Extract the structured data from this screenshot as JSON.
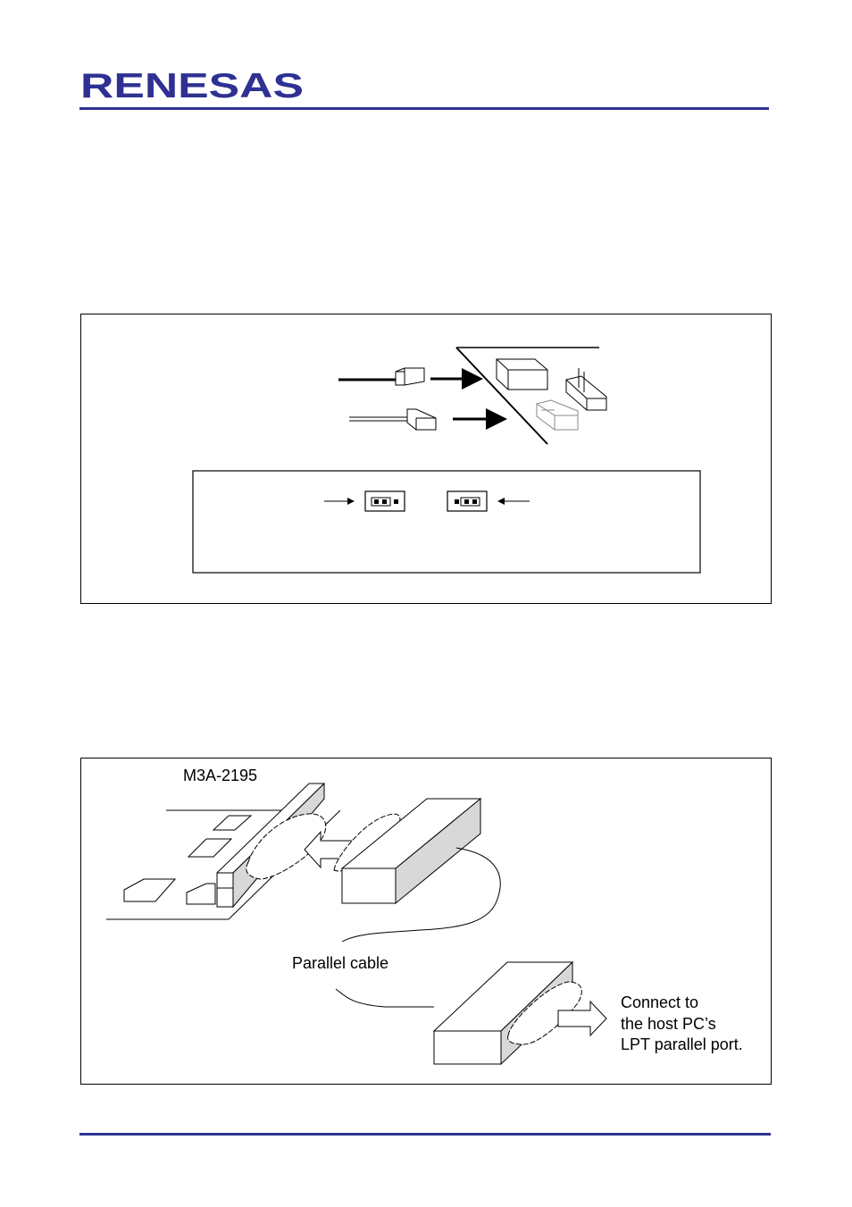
{
  "header": {
    "logo_text": "RENESAS",
    "brand_color": "#2e3192"
  },
  "figure_jumper": {
    "description_icons": [
      "cable-plug-icon",
      "arrow-icon",
      "header-block-icon",
      "jumper-setting-icon"
    ]
  },
  "figure_cable": {
    "board_label": "M3A-2195",
    "cable_label": "Parallel cable",
    "connect_lines": [
      "Connect to",
      "the host PC’s",
      "LPT parallel port."
    ]
  }
}
